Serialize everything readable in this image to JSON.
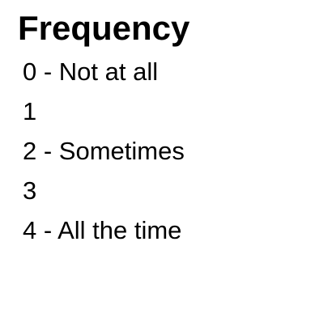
{
  "legend": {
    "title": "Frequency",
    "items": [
      {
        "label": "0 - Not at all"
      },
      {
        "label": "1"
      },
      {
        "label": "2 - Sometimes"
      },
      {
        "label": "3"
      },
      {
        "label": "4 - All the time"
      }
    ]
  }
}
